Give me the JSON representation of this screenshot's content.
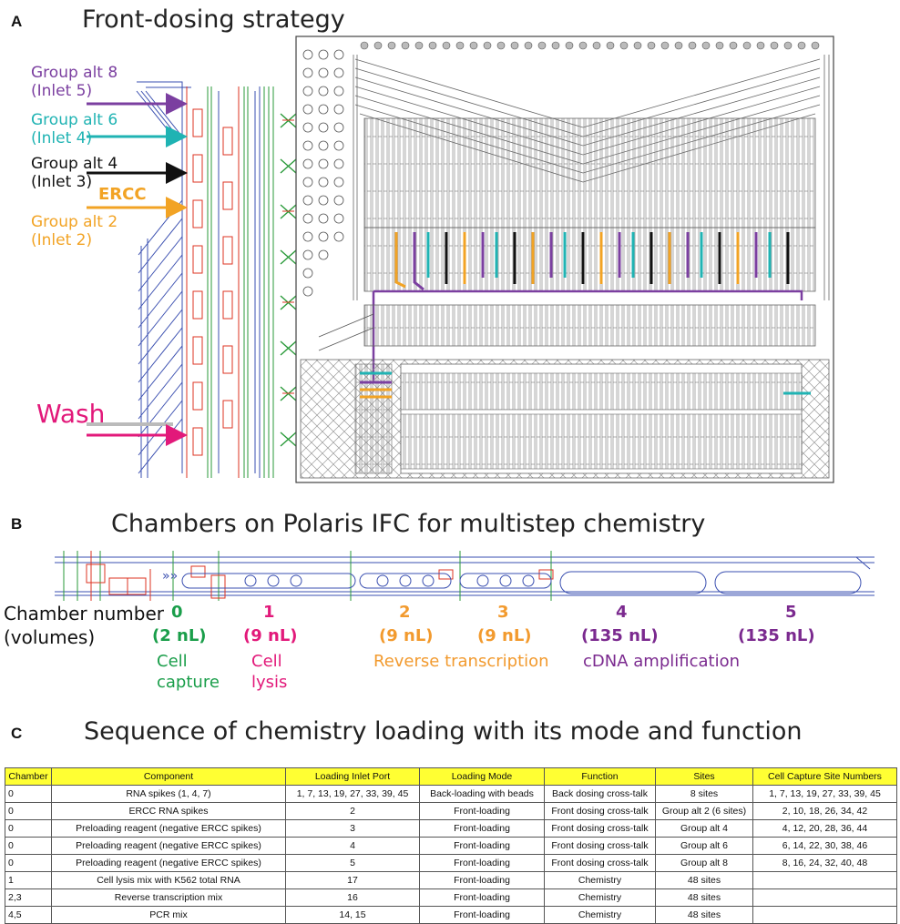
{
  "panel_a": {
    "letter": "A",
    "title": "Front-dosing strategy",
    "labels": [
      {
        "line1": "Group alt 8",
        "line2": "(Inlet 5)",
        "color": "#7b3fa0"
      },
      {
        "line1": "Group alt 6",
        "line2": "(Inlet 4)",
        "color": "#1fb3b3"
      },
      {
        "line1": "Group alt 4",
        "line2": "(Inlet 3)",
        "color": "#111111"
      },
      {
        "line1": "ERCC",
        "color": "#f2a324"
      },
      {
        "line1": "Group alt 2",
        "line2": "(Inlet 2)",
        "color": "#f2a324"
      },
      {
        "line1": "Wash",
        "color": "#e2197a"
      }
    ]
  },
  "panel_b": {
    "letter": "B",
    "title": "Chambers on Polaris IFC for multistep chemistry",
    "row_label_1": "Chamber number",
    "row_label_2": "(volumes)",
    "chambers": [
      {
        "number": "0",
        "volume": "(2 nL)",
        "color": "#1a9e4a"
      },
      {
        "number": "1",
        "volume": "(9 nL)",
        "color": "#e2197a"
      },
      {
        "number": "2",
        "volume": "(9 nL)",
        "color": "#f29a2e"
      },
      {
        "number": "3",
        "volume": "(9 nL)",
        "color": "#f29a2e"
      },
      {
        "number": "4",
        "volume": "(135 nL)",
        "color": "#7b2a8f"
      },
      {
        "number": "5",
        "volume": "(135 nL)",
        "color": "#7b2a8f"
      }
    ],
    "functions": {
      "cell_capture_1": "Cell",
      "cell_capture_2": "capture",
      "cell_lysis_1": "Cell",
      "cell_lysis_2": "lysis",
      "reverse_transcription": "Reverse transcription",
      "cdna_amplification": "cDNA amplification"
    }
  },
  "panel_c": {
    "letter": "C",
    "title": "Sequence of chemistry loading with its mode and function",
    "headers": [
      "Chamber",
      "Component",
      "Loading Inlet Port",
      "Loading Mode",
      "Function",
      "Sites",
      "Cell Capture Site Numbers"
    ],
    "rows": [
      [
        "0",
        "RNA spikes (1, 4, 7)",
        "1, 7, 13, 19, 27, 33, 39, 45",
        "Back-loading with beads",
        "Back dosing cross-talk",
        "8 sites",
        "1, 7, 13, 19, 27, 33, 39, 45"
      ],
      [
        "0",
        "ERCC RNA spikes",
        "2",
        "Front-loading",
        "Front dosing cross-talk",
        "Group alt 2 (6 sites)",
        "2, 10, 18, 26, 34, 42"
      ],
      [
        "0",
        "Preloading reagent (negative ERCC spikes)",
        "3",
        "Front-loading",
        "Front dosing cross-talk",
        "Group alt 4",
        "4, 12, 20, 28, 36, 44"
      ],
      [
        "0",
        "Preloading reagent (negative ERCC spikes)",
        "4",
        "Front-loading",
        "Front dosing cross-talk",
        "Group alt 6",
        "6, 14, 22, 30, 38, 46"
      ],
      [
        "0",
        "Preloading reagent (negative ERCC spikes)",
        "5",
        "Front-loading",
        "Front dosing cross-talk",
        "Group alt 8",
        "8, 16, 24, 32, 40, 48"
      ],
      [
        "1",
        "Cell lysis mix with K562 total RNA",
        "17",
        "Front-loading",
        "Chemistry",
        "48 sites",
        ""
      ],
      [
        "2,3",
        "Reverse transcription mix",
        "16",
        "Front-loading",
        "Chemistry",
        "48 sites",
        ""
      ],
      [
        "4,5",
        "PCR mix",
        "14, 15",
        "Front-loading",
        "Chemistry",
        "48 sites",
        ""
      ]
    ]
  }
}
